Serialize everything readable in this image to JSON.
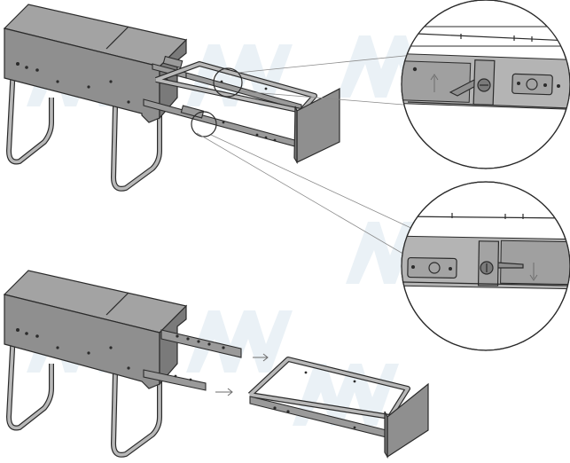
{
  "figure": {
    "steps": [
      {
        "id": "engaged",
        "description_hidden": true
      },
      {
        "id": "removed",
        "description_hidden": true
      }
    ],
    "details": [
      {
        "id": "detail-lock-top",
        "lever": "up"
      },
      {
        "id": "detail-lock-bottom",
        "lever": "down"
      }
    ],
    "watermark": "MM",
    "colors": {
      "body": "#8f8f8f",
      "outline": "#2b2b2b",
      "background": "#ffffff",
      "watermark": "#d9e6ef"
    }
  }
}
